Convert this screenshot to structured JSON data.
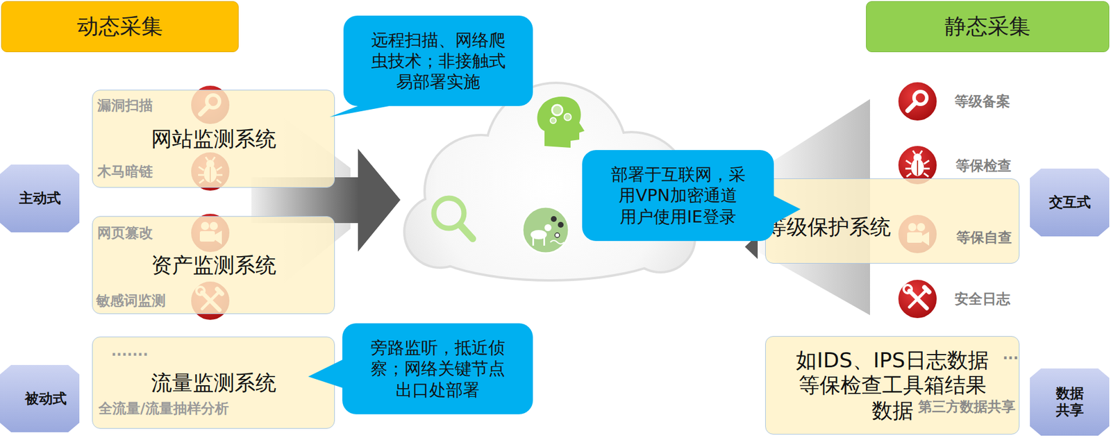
{
  "diagram": {
    "nodes": [
      {
        "text": [
          "动态采集"
        ]
      },
      {
        "text": [
          "静态采集"
        ]
      },
      {
        "text": [
          "远程扫描、网络爬 虫技术；非接触式 易部署实施"
        ]
      },
      {
        "text": [
          "主动式"
        ]
      },
      {
        "text": [
          "网站监测系统"
        ]
      },
      {
        "text": [
          "部署于互联网，采 用VPN加密通道 用户使用IE登录"
        ]
      },
      {
        "text": [
          "等级保护系统"
        ]
      },
      {
        "text": [
          "交互式"
        ]
      },
      {
        "text": [
          "资产监测系统"
        ]
      },
      {
        "text": [
          "流量监测系统"
        ]
      },
      {
        "text": [
          "旁路监听，抵近侦 察；网络关键节点 出口处部署"
        ]
      },
      {
        "text": [
          "如IDS、IPS日志数据 等保检查工具箱结果 数据"
        ]
      },
      {
        "text": [
          "被动式"
        ]
      },
      {
        "text": [
          "数据 共享"
        ]
      }
    ],
    "labels": [
      "漏洞扫描",
      "木马暗链",
      "网页篡改",
      "敏感词监测",
      ".......",
      "全流量/流量抽样分析",
      "等级备案",
      "等保检查",
      "等保自查",
      "安全日志",
      "...",
      "第三方数据共享"
    ]
  }
}
